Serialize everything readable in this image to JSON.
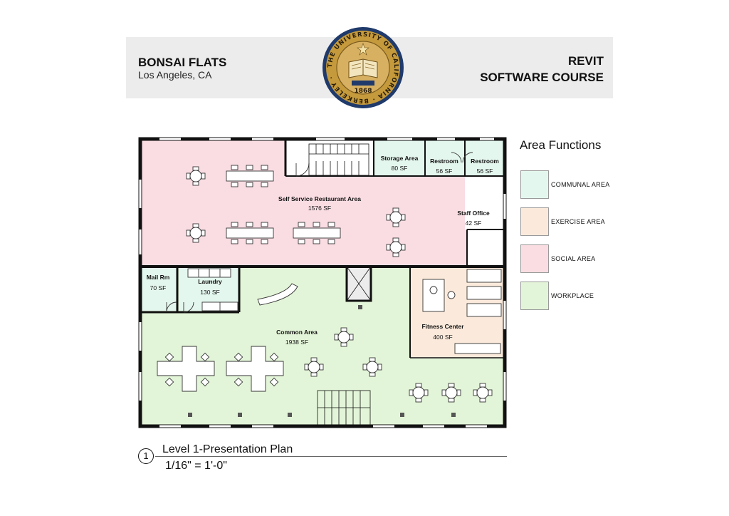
{
  "header": {
    "project_name": "BONSAI FLATS",
    "project_location": "Los Angeles, CA",
    "course_line1": "REVIT",
    "course_line2": "SOFTWARE COURSE"
  },
  "seal": {
    "ring_text": "THE UNIVERSITY OF CALIFORNIA · BERKELEY ·",
    "year": "1868",
    "color_gold": "#c59a3c",
    "color_blue": "#1f3a6b"
  },
  "legend": {
    "title": "Area Functions",
    "items": [
      {
        "label": "COMMUNAL AREA",
        "color": "#e4f7ee"
      },
      {
        "label": "EXERCISE AREA",
        "color": "#fbeadb"
      },
      {
        "label": "SOCIAL AREA",
        "color": "#f9dde3"
      },
      {
        "label": "WORKPLACE",
        "color": "#e3f5d8"
      }
    ]
  },
  "rooms": [
    {
      "name": "Self Service Restaurant Area",
      "area": "1576 SF",
      "color": "#f9dde3"
    },
    {
      "name": "Storage Area",
      "area": "80 SF",
      "color": "#e4f7ee"
    },
    {
      "name": "Restroom",
      "area": "56 SF",
      "color": "#e4f7ee"
    },
    {
      "name": "Restroom",
      "area": "56 SF",
      "color": "#e4f7ee"
    },
    {
      "name": "Staff Office",
      "area": "42 SF",
      "color": "#f9dde3"
    },
    {
      "name": "Mail Rm",
      "area": "70 SF",
      "color": "#e4f7ee"
    },
    {
      "name": "Laundry",
      "area": "130 SF",
      "color": "#e4f7ee"
    },
    {
      "name": "Common Area",
      "area": "1938 SF",
      "color": "#e3f5d8"
    },
    {
      "name": "Fitness Center",
      "area": "400 SF",
      "color": "#fbeadb"
    }
  ],
  "view_title": {
    "number": "1",
    "name": "Level 1-Presentation Plan",
    "scale": "1/16\" = 1'-0\""
  }
}
